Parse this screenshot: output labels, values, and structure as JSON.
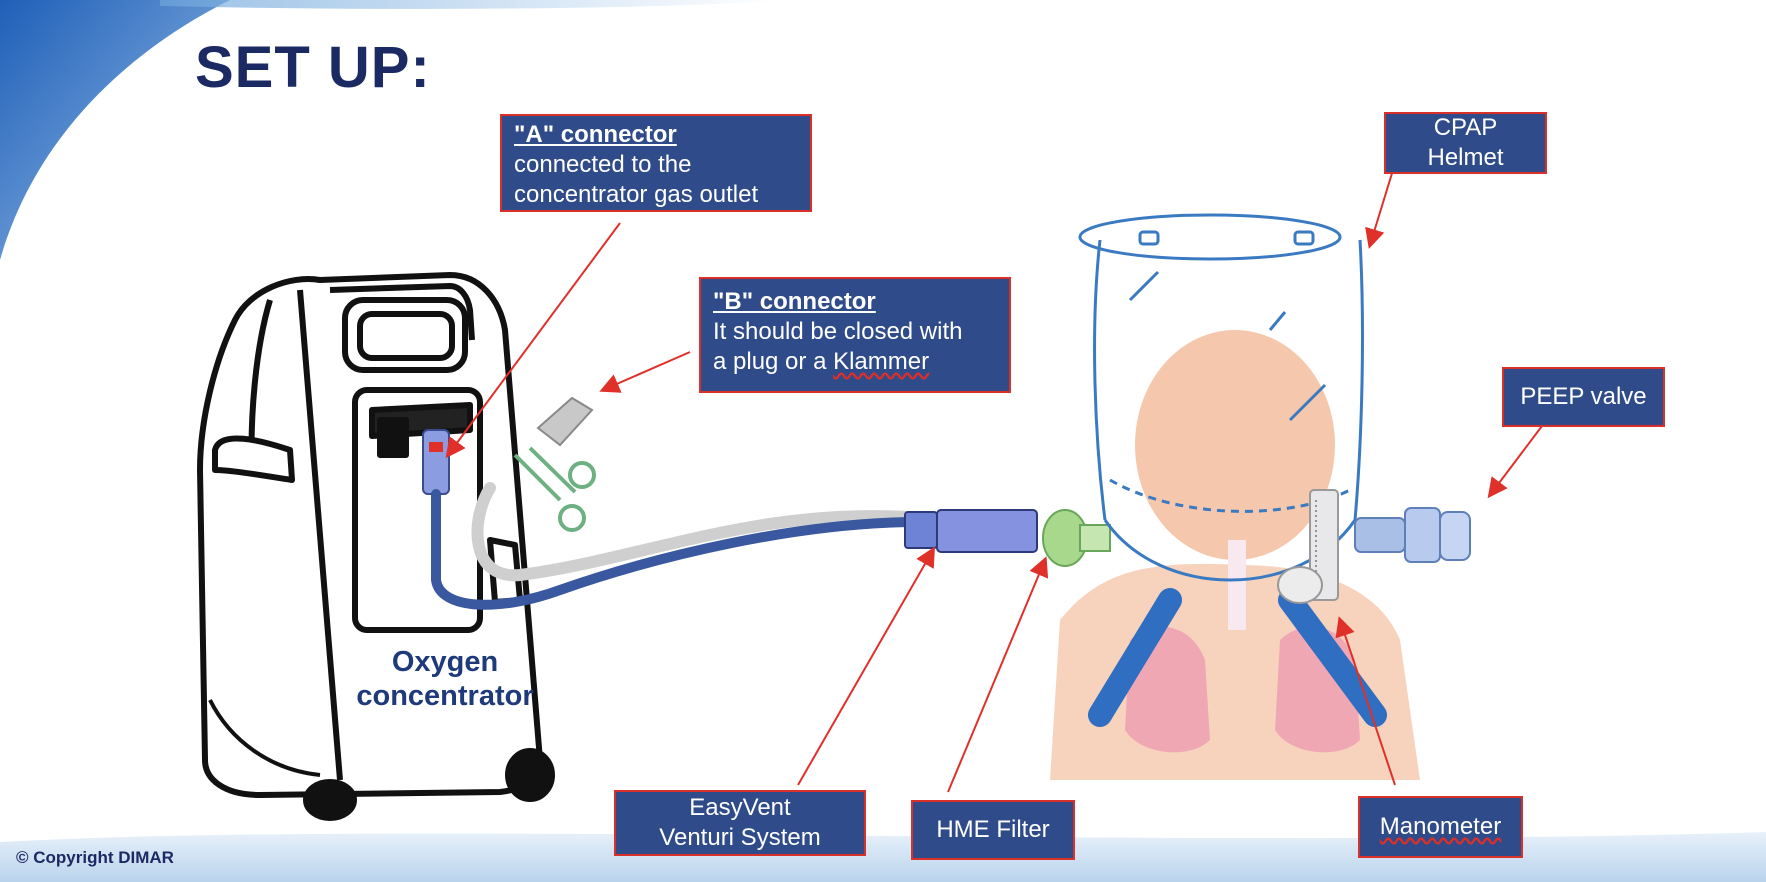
{
  "title": "SET UP:",
  "callouts": {
    "a_connector": {
      "heading": "\"A\" connector",
      "line1": "connected to the",
      "line2": "concentrator gas outlet"
    },
    "b_connector": {
      "heading": "\"B\" connector",
      "line1": "It should be closed with",
      "line2_pre": "a plug or a ",
      "line2_word": "Klammer"
    },
    "cpap_helmet": {
      "line1": "CPAP",
      "line2": "Helmet"
    },
    "peep_valve": {
      "label": "PEEP valve"
    },
    "easyvent": {
      "line1": "EasyVent",
      "line2": "Venturi System"
    },
    "hme_filter": {
      "label": "HME Filter"
    },
    "manometer": {
      "label": "Manometer"
    }
  },
  "concentrator": {
    "line1": "Oxygen",
    "line2": "concentrator"
  },
  "copyright": "© Copyright DIMAR",
  "colors": {
    "navy": "#1b2a63",
    "callout_fill": "#2f4b8a",
    "callout_border": "#d9302a",
    "arrow": "#e0302a",
    "tube_blue": "#3a58a0",
    "tube_grey": "#d5d5d5",
    "helmet_blue": "#3a7ac2",
    "skin": "#f7d3bd"
  }
}
